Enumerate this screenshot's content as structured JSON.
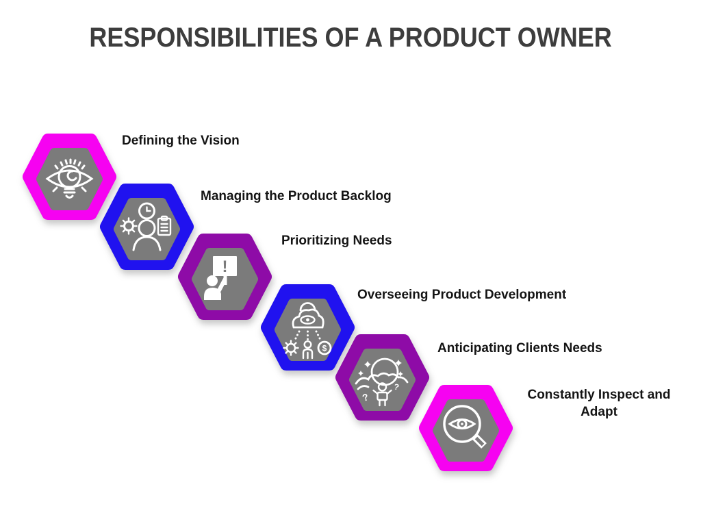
{
  "title": "RESPONSIBILITIES OF A PRODUCT OWNER",
  "colors": {
    "magenta": "#F602F1",
    "blue": "#2012EF",
    "purple": "#8E0BA7",
    "gray": "#7B7B7B",
    "title": "#3D3D3D",
    "label": "#141414",
    "background": "#FFFFFF"
  },
  "items": [
    {
      "label": "Defining the Vision",
      "color": "magenta",
      "icon": "eye-lightbulb-vision-icon"
    },
    {
      "label": "Managing the Product Backlog",
      "color": "blue",
      "icon": "person-clock-gear-clipboard-icon"
    },
    {
      "label": "Prioritizing Needs",
      "color": "purple",
      "icon": "person-exclamation-sign-icon"
    },
    {
      "label": "Overseeing Product Development",
      "color": "blue",
      "icon": "cloud-eye-person-gear-dollar-icon"
    },
    {
      "label": "Anticipating Clients Needs",
      "color": "purple",
      "icon": "person-clouds-stars-questions-icon"
    },
    {
      "label": "Constantly Inspect and Adapt",
      "color": "magenta",
      "icon": "magnifier-eye-icon"
    }
  ]
}
